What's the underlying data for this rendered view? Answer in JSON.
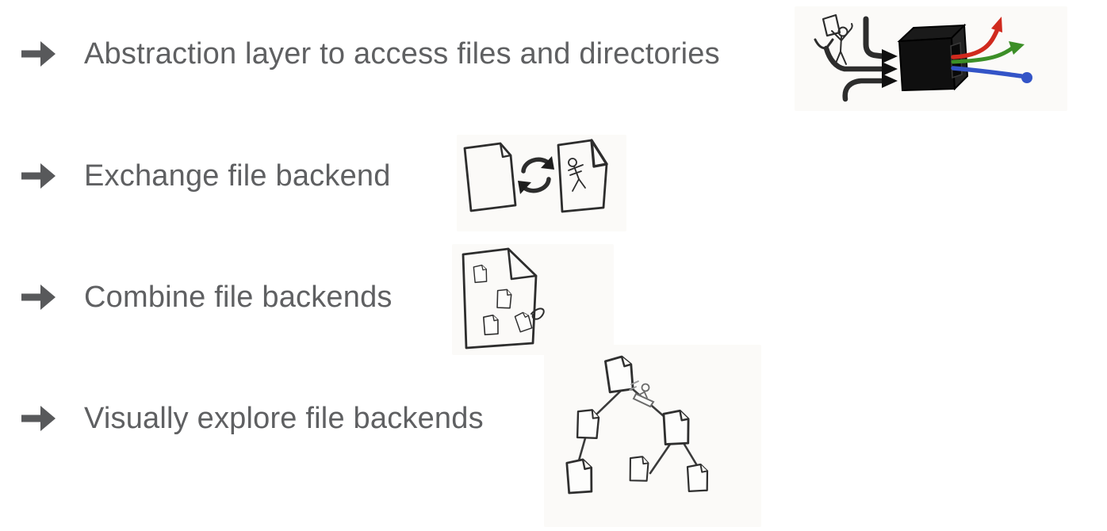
{
  "slide": {
    "bullets": [
      {
        "label": "Abstraction layer to access files and directories",
        "illustration": "stick-figure-arrows-into-black-box-with-red-green-blue-outputs"
      },
      {
        "label": "Exchange file backend",
        "illustration": "two-documents-with-sync-arrows"
      },
      {
        "label": "Combine file backends",
        "illustration": "document-containing-smaller-documents"
      },
      {
        "label": "Visually explore file backends",
        "illustration": "tree-of-linked-documents-with-sliding-figure"
      }
    ],
    "colors": {
      "text": "#5f6062",
      "bullet_arrow": "#58595b",
      "sketch_ink": "#2d2d2d",
      "output_red": "#d02a1e",
      "output_green": "#3c8f27",
      "output_blue": "#3354c7",
      "paper_background": "#fbfaf8"
    }
  }
}
